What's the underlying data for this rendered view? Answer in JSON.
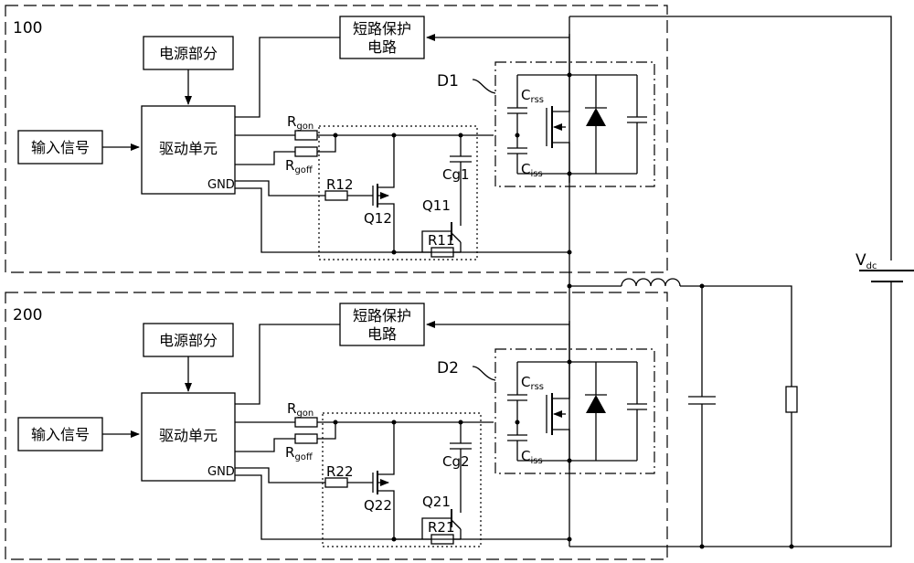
{
  "diagram": {
    "blocks": [
      {
        "id": "100",
        "label": "100",
        "power": "电源部分",
        "short_circuit_line1": "短路保护",
        "short_circuit_line2": "电路",
        "input": "输入信号",
        "driver": "驱动单元",
        "gnd": "GND",
        "rgon_main": "R",
        "rgon_sub": "gon",
        "rgoff_main": "R",
        "rgoff_sub": "goff",
        "r_a": "R12",
        "q_a": "Q12",
        "cg": "Cg1",
        "q_b": "Q11",
        "r_b": "R11",
        "device": "D1",
        "crss_main": "C",
        "crss_sub": "rss",
        "ciss_main": "C",
        "ciss_sub": "iss"
      },
      {
        "id": "200",
        "label": "200",
        "power": "电源部分",
        "short_circuit_line1": "短路保护",
        "short_circuit_line2": "电路",
        "input": "输入信号",
        "driver": "驱动单元",
        "gnd": "GND",
        "rgon_main": "R",
        "rgon_sub": "gon",
        "rgoff_main": "R",
        "rgoff_sub": "goff",
        "r_a": "R22",
        "q_a": "Q22",
        "cg": "Cg2",
        "q_b": "Q21",
        "r_b": "R21",
        "device": "D2",
        "crss_main": "C",
        "crss_sub": "rss",
        "ciss_main": "C",
        "ciss_sub": "iss"
      }
    ],
    "vdc_main": "V",
    "vdc_sub": "dc"
  }
}
